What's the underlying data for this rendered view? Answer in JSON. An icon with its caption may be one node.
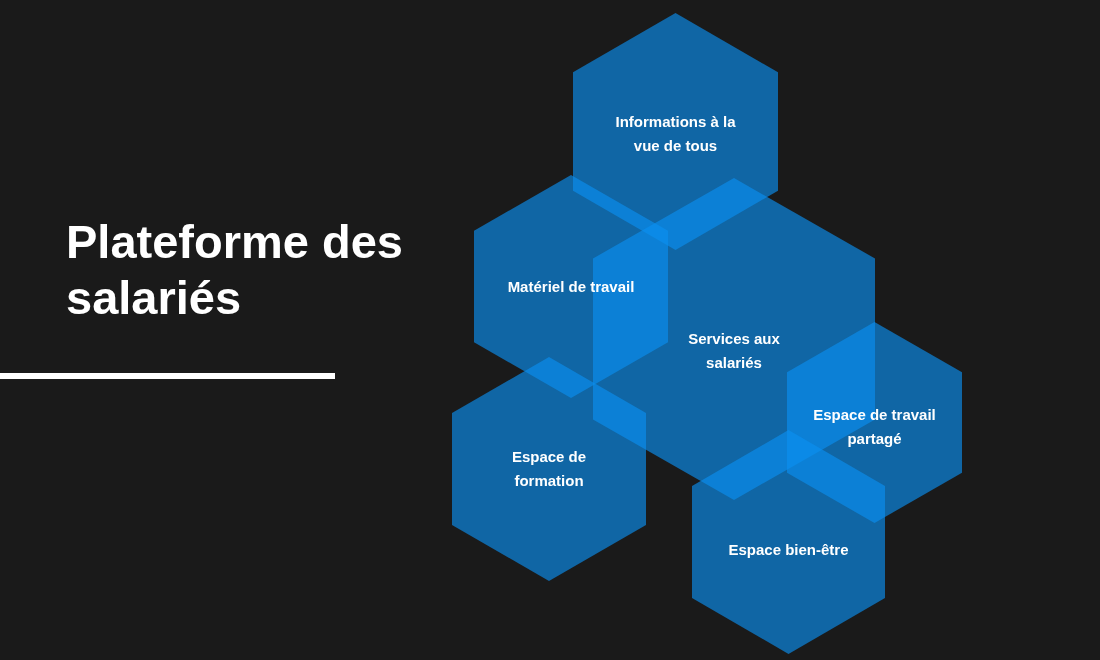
{
  "diagram": {
    "title": "Plateforme des salariés",
    "nodes": [
      {
        "text": [
          "Informations à la vue de tous"
        ]
      },
      {
        "text": [
          "Matériel de travail"
        ]
      },
      {
        "text": [
          "Services aux salariés"
        ]
      },
      {
        "text": [
          "Espace de travail partagé"
        ]
      },
      {
        "text": [
          "Espace de formation"
        ]
      },
      {
        "text": [
          "Espace bien-être"
        ]
      }
    ]
  }
}
